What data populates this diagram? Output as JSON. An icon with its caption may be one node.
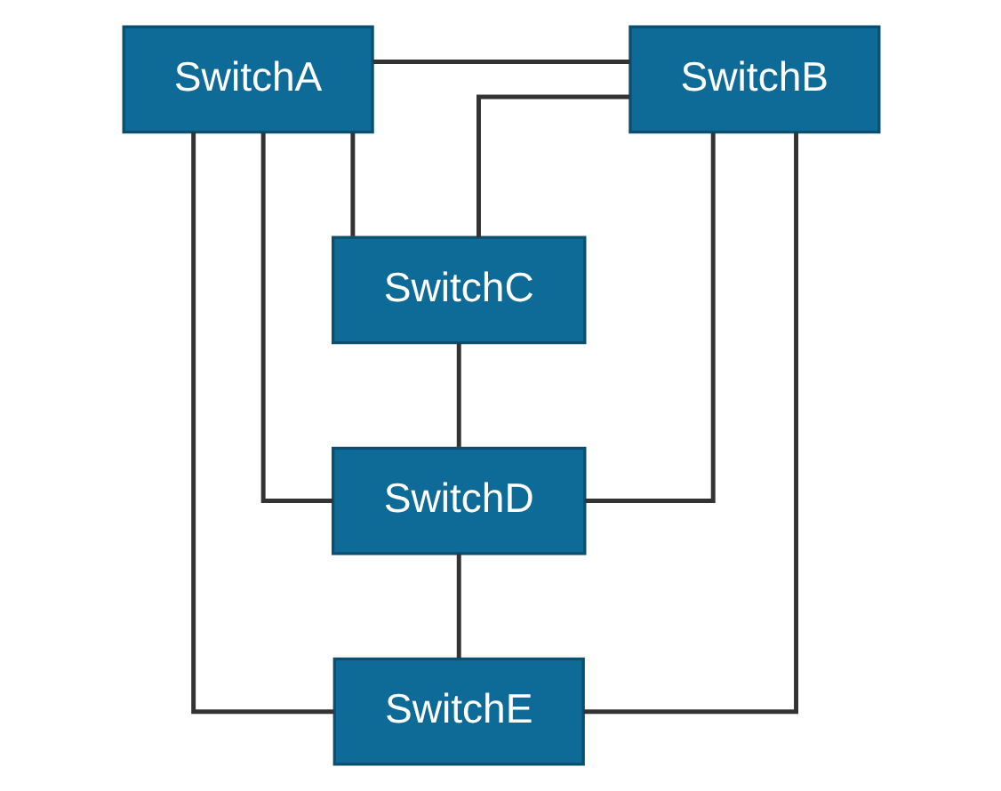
{
  "diagram": {
    "nodes": [
      {
        "text": [
          "SwitchA"
        ]
      },
      {
        "text": [
          "SwitchB"
        ]
      },
      {
        "text": [
          "SwitchC"
        ]
      },
      {
        "text": [
          "SwitchD"
        ]
      },
      {
        "text": [
          "SwitchE"
        ]
      }
    ],
    "edges": [
      {
        "from": 0,
        "to": 1,
        "arrow": "none"
      },
      {
        "from": 0,
        "to": 2,
        "arrow": "none"
      },
      {
        "from": 0,
        "to": 3,
        "arrow": "none"
      },
      {
        "from": 0,
        "to": 4,
        "arrow": "none"
      },
      {
        "from": 2,
        "to": 1,
        "arrow": "none"
      },
      {
        "from": 3,
        "to": 1,
        "arrow": "none"
      },
      {
        "from": 4,
        "to": 1,
        "arrow": "none"
      },
      {
        "from": 2,
        "to": 3,
        "arrow": "none"
      },
      {
        "from": 3,
        "to": 4,
        "arrow": "none"
      }
    ]
  }
}
